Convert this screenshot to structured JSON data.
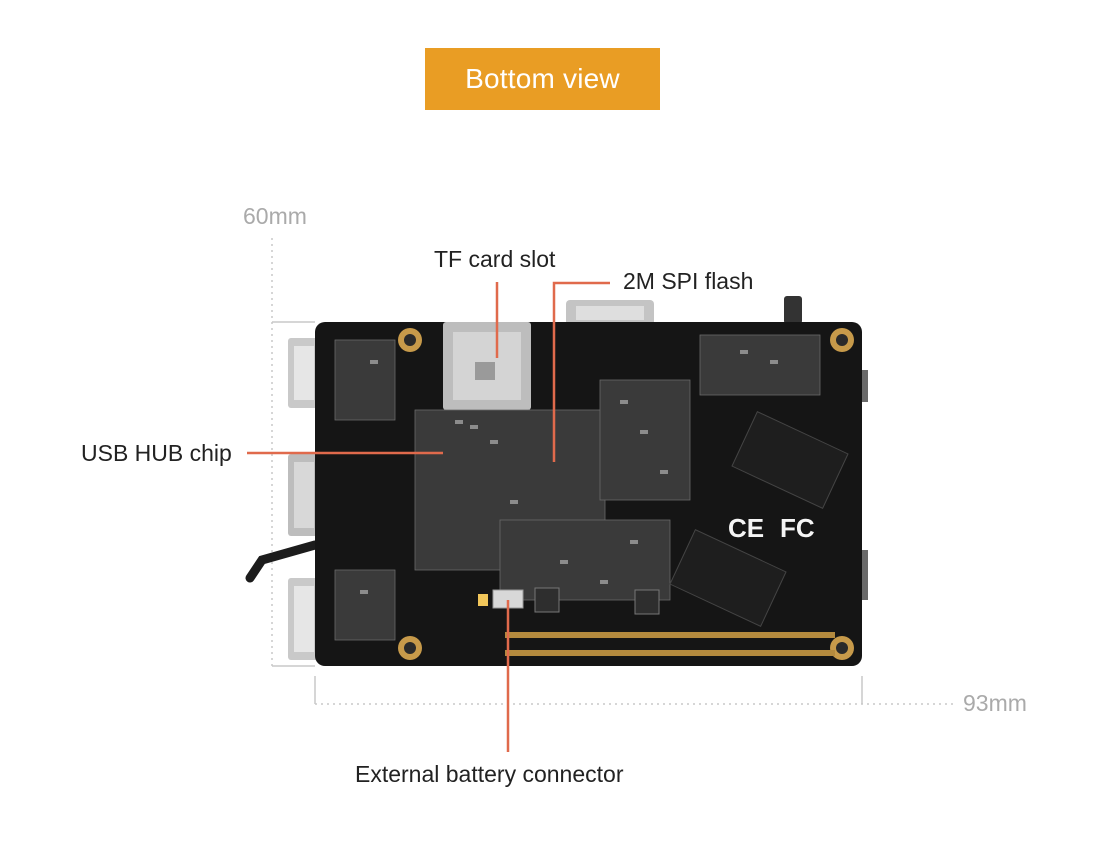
{
  "header": {
    "title": "Bottom view",
    "badge_color": "#e99d24"
  },
  "dimensions": {
    "height_label": "60mm",
    "width_label": "93mm"
  },
  "callouts": {
    "tf_card_slot": "TF card slot",
    "spi_flash": "2M SPI flash",
    "usb_hub_chip": "USB HUB chip",
    "battery_connector": "External battery connector",
    "line_color": "#e06a4c"
  },
  "board": {
    "pcb_color": "#151515",
    "ce_mark": "CE",
    "fcc_mark": "FC"
  }
}
